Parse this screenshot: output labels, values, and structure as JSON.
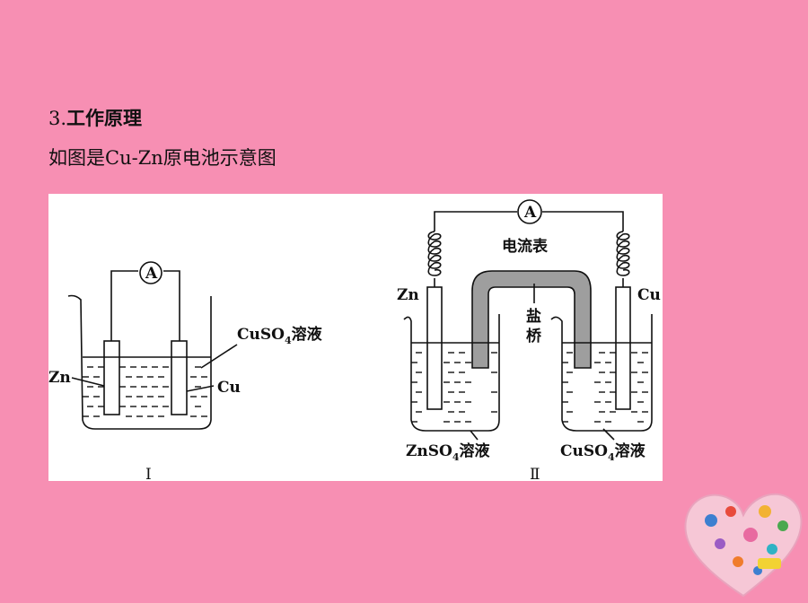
{
  "header": {
    "number": "3.",
    "title": "工作原理",
    "subtitle": "如图是Cu-Zn原电池示意图"
  },
  "diagram1": {
    "meter": "A",
    "zn_label": "Zn",
    "cu_label": "Cu",
    "solution_main": "CuSO",
    "solution_sub": "4",
    "solution_tail": "溶液",
    "roman": "Ⅰ"
  },
  "diagram2": {
    "meter": "A",
    "meter_label": "电流表",
    "zn_label": "Zn",
    "cu_label": "Cu",
    "bridge_label_1": "盐",
    "bridge_label_2": "桥",
    "left_solution_main": "ZnSO",
    "left_solution_sub": "4",
    "left_solution_tail": "溶液",
    "right_solution_main": "CuSO",
    "right_solution_sub": "4",
    "right_solution_tail": "溶液",
    "roman": "Ⅱ"
  },
  "colors": {
    "background": "#F78FB3",
    "salt_bridge": "#9E9E9E"
  }
}
